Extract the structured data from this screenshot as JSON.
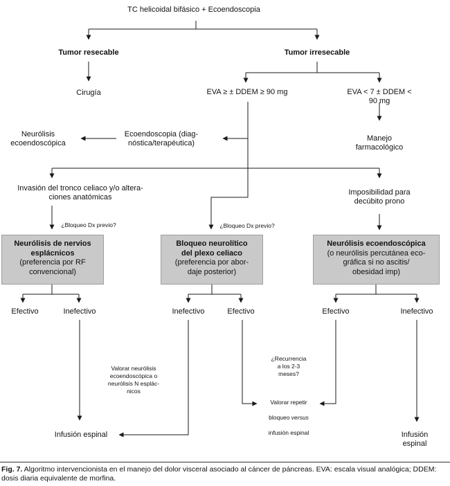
{
  "diagram": {
    "title": "TC helicoidal bifásico + Ecoendoscopia",
    "line_color": "#1a1a1a",
    "box_fill": "#c9c9c9",
    "nodes": {
      "tumor_resecable": "Tumor resecable",
      "tumor_irresecable": "Tumor irresecable",
      "cirugia": "Cirugía",
      "eva_alta": "EVA ≥ ± DDEM ≥ 90 mg",
      "eva_baja": "EVA < 7 ± DDEM < 90 mg",
      "manejo_farmacologico": "Manejo farmacológico",
      "neurolisis_ecoendoscopica": "Neurólisis\necoendoscópica",
      "ecoendoscopia": "Ecoendoscopia (diag-\nnóstica/terapéutica)",
      "invasion_tronco": "Invasión del tronco celiaco y/o altera-\nciones anatómicas",
      "bloqueo_dx_previo_izq": "¿Bloqueo Dx previo?",
      "bloqueo_dx_previo_centro": "¿Bloqueo Dx previo?",
      "imposibilidad_decubito": "Imposibilidad para\ndecúbito prono",
      "valorar_neurolisis": "Valorar neurólisis\necoendoscópica o\nneurólisis N esplác-\nnicos",
      "recurrencia": "¿Recurrencia\na los 2-3\nmeses?",
      "valorar_repetir_l1": "Valorar repetir",
      "valorar_repetir_l2a": "bloqueo ",
      "valorar_repetir_l2b": "versus",
      "valorar_repetir_l3": "infusión espinal",
      "infusion_espinal_izq": "Infusión espinal",
      "infusion_espinal_der": "Infusión espinal"
    },
    "boxes": {
      "esplacnicos": {
        "title": "Neurólisis de nervios\nesplácnicos",
        "subtitle": "(preferencia por RF\nconvencional)"
      },
      "plexo_celiaco": {
        "title": "Bloqueo neurolítico\ndel plexo celiaco",
        "subtitle": "(preferencia por abor-\ndaje posterior)"
      },
      "ecoendoscopica": {
        "title": "Neurólisis ecoendoscópica",
        "subtitle": "(o neurólisis percutánea eco-\ngráfica si no ascitis/\nobesidad imp)"
      }
    },
    "outcomes": {
      "left": [
        "Efectivo",
        "Inefectivo"
      ],
      "middle": [
        "Inefectivo",
        "Efectivo"
      ],
      "right": [
        "Efectivo",
        "Inefectivo"
      ]
    },
    "caption": {
      "fig": "Fig. 7.",
      "text": " Algoritmo intervencionista en el manejo del dolor visceral asociado al cáncer de páncreas. EVA: escala visual analógica; DDEM: dosis diaria equivalente de morfina."
    }
  }
}
